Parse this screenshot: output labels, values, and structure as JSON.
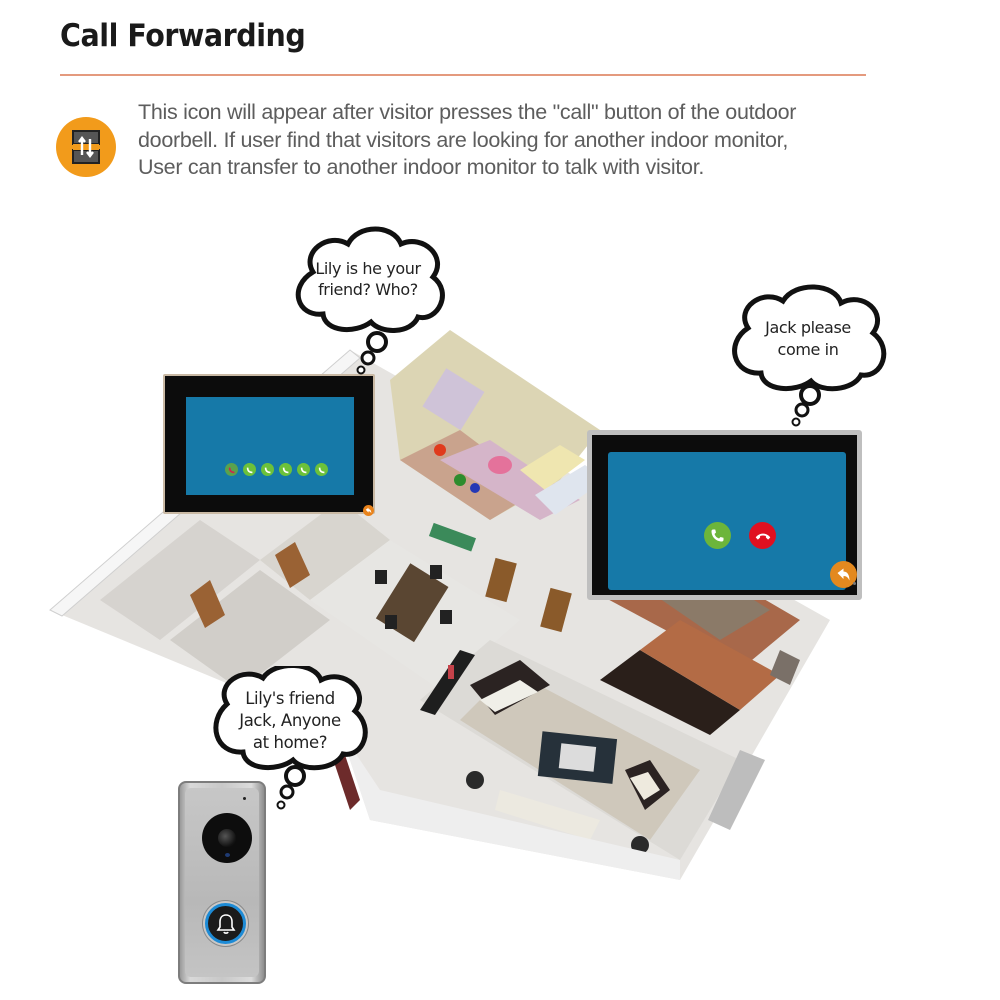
{
  "header": {
    "title": "Call Forwarding",
    "rule_color": "#e49a7e"
  },
  "description": {
    "icon": "call-forward-icon",
    "icon_color": "#f29b1b",
    "lines": [
      "This icon will appear after visitor presses the \"call\" button of the outdoor",
      "doorbell.  If user find that visitors are looking for another indoor monitor,",
      "User can transfer to another indoor monitor to talk with visitor."
    ]
  },
  "bubbles": {
    "left_monitor": {
      "lines": [
        "Lily is he your",
        "friend? Who?"
      ]
    },
    "right_monitor": {
      "lines": [
        "Jack please",
        "come in"
      ]
    },
    "doorbell": {
      "lines": [
        "Lily's friend",
        "Jack, Anyone",
        "at home?"
      ]
    }
  },
  "monitor_left": {
    "screen_color": "#1679a8",
    "forward_targets": [
      "current-monitor",
      "monitor-1",
      "monitor-2",
      "monitor-3",
      "monitor-4",
      "monitor-5"
    ],
    "icons": [
      "phone-forward-icon",
      "phone-icon",
      "back-icon"
    ]
  },
  "monitor_right": {
    "screen_color": "#1679a8",
    "accept_color": "#6cb53a",
    "reject_color": "#e01020",
    "back_color": "#e3891f"
  },
  "doorbell": {
    "ring_color": "#1d8bd6",
    "icon": "bell-icon"
  }
}
